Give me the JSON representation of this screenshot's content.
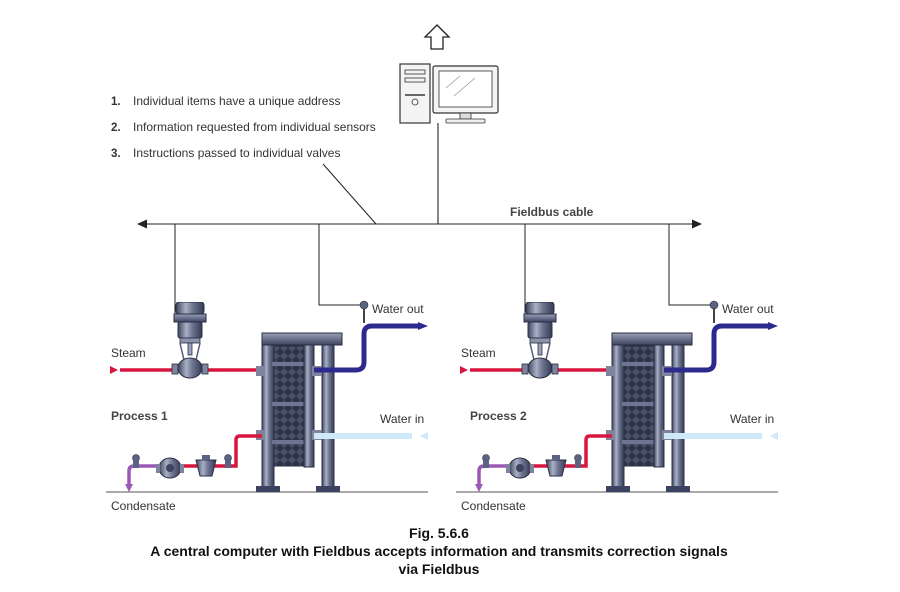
{
  "notes": [
    {
      "num": "1.",
      "text": "Individual items have a unique address"
    },
    {
      "num": "2.",
      "text": "Information requested from individual sensors"
    },
    {
      "num": "3.",
      "text": "Instructions passed to individual valves"
    }
  ],
  "bus": {
    "label": "Fieldbus cable"
  },
  "processes": [
    {
      "name": "Process 1",
      "steam": "Steam",
      "water_out": "Water out",
      "water_in": "Water in",
      "condensate": "Condensate"
    },
    {
      "name": "Process 2",
      "steam": "Steam",
      "water_out": "Water out",
      "water_in": "Water in",
      "condensate": "Condensate"
    }
  ],
  "caption": {
    "fig": "Fig. 5.6.6",
    "line1": "A central computer with Fieldbus accepts information and transmits correction signals",
    "line2": "via Fieldbus"
  },
  "colors": {
    "steam": "#d8163f",
    "water_out": "#2c2a8c",
    "water_in": "#cfe9f8",
    "condensate": "#9b59b6",
    "equipment": "#4b5470"
  }
}
